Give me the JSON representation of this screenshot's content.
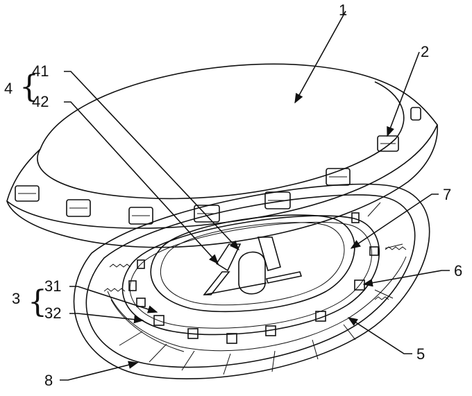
{
  "labels": {
    "l1": "1",
    "l2": "2",
    "l3": "3",
    "l31": "31",
    "l32": "32",
    "l4": "4",
    "l41": "41",
    "l42": "42",
    "l5": "5",
    "l6": "6",
    "l7": "7",
    "l8": "8"
  },
  "colors": {
    "stroke": "#111111",
    "background": "#ffffff",
    "stipple": "#888888"
  }
}
